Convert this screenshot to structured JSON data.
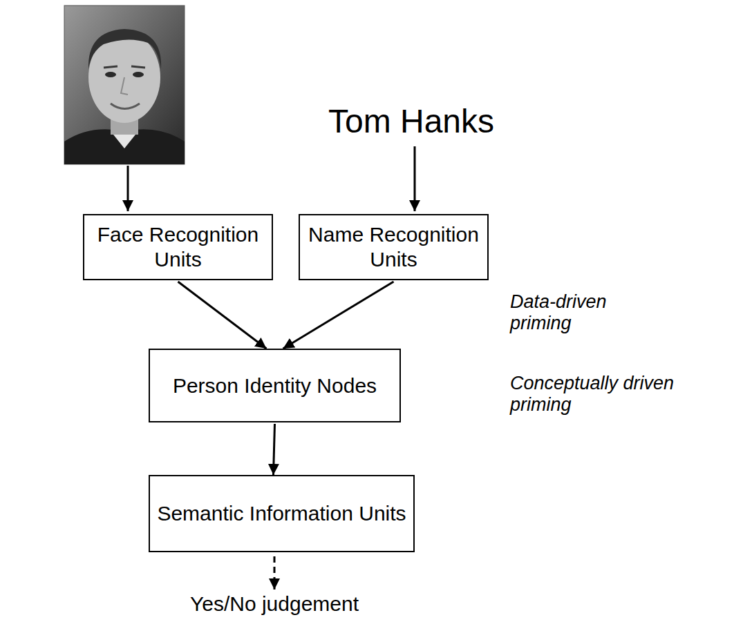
{
  "diagram": {
    "nodes": [
      {
        "text": [
          "Face Recognition Units"
        ]
      },
      {
        "text": [
          "Name Recognition Units"
        ]
      },
      {
        "text": [
          "Person Identity Nodes"
        ]
      },
      {
        "text": [
          "Semantic Information Units"
        ]
      }
    ],
    "edges": [
      {
        "from": 0,
        "to": 2,
        "arrow": "to"
      },
      {
        "from": 1,
        "to": 2,
        "arrow": "to"
      },
      {
        "from": 2,
        "to": 3,
        "arrow": "to"
      }
    ],
    "labels": [
      "Tom Hanks",
      "Data-driven priming",
      "Conceptually driven priming",
      "Yes/No judgement"
    ]
  }
}
